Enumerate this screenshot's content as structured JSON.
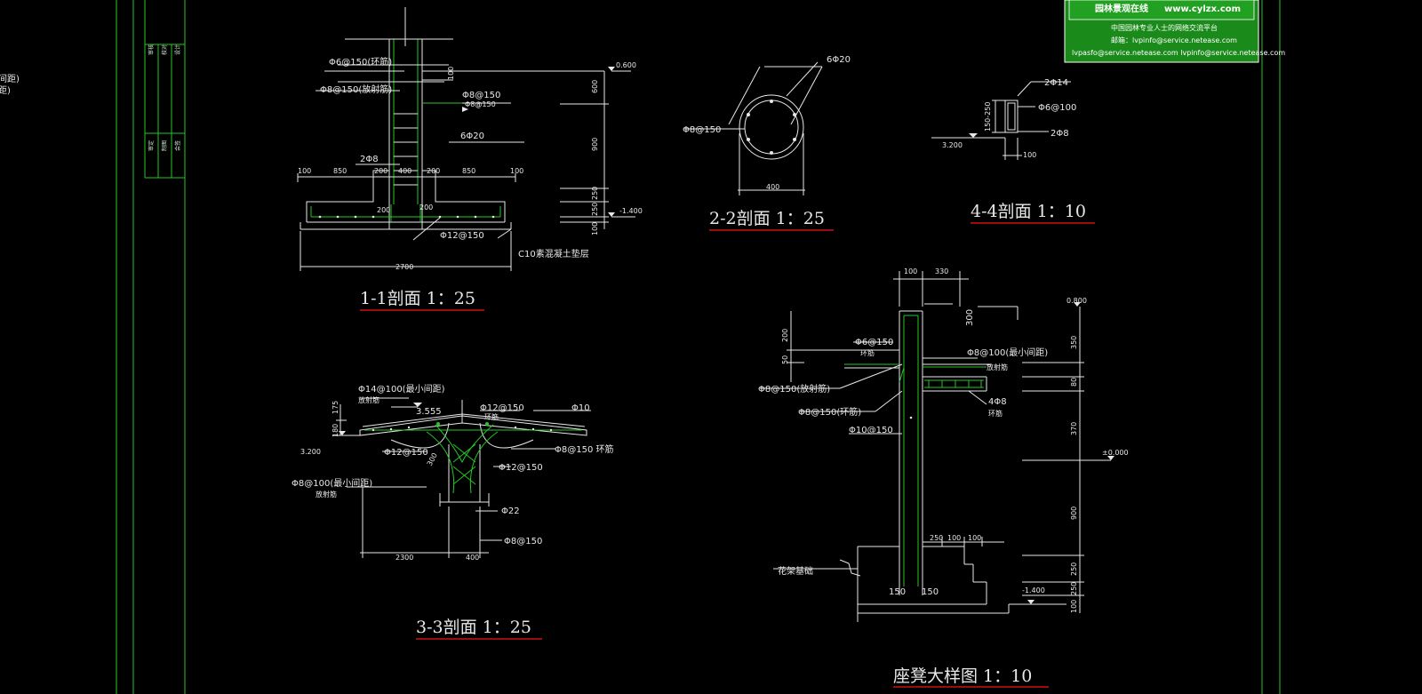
{
  "logo": {
    "site_name": "园林景观在线",
    "site_url": "www.cylzx.com",
    "slogan": "中国园林专业人士的网络交流平台",
    "email_line": "邮箱：lvpinfo@service.netease.com",
    "footer_line": "lvpasfo@service.netease.com   lvpinfo@service.netease.com"
  },
  "left_edge": {
    "line1": "间距)",
    "line2": "距)"
  },
  "section_1": {
    "title": "1-1剖面 1：25",
    "ring_bar": "Φ6@150(环筋)",
    "radial_bar": "Φ8@150(放射筋)",
    "bar_a": "Φ8@150",
    "bar_a_sub": "Φ8@150",
    "main_bar": "6Φ20",
    "bar_2": "2Φ8",
    "bottom_bar": "Φ12@150",
    "cushion": "C10素混凝土垫层",
    "elev_top": "0.600",
    "elev_bot": "-1.400",
    "dims_top": [
      "100",
      "850",
      "200",
      "400",
      "200",
      "850",
      "100"
    ],
    "dim_200a": "200",
    "dim_200b": "200",
    "dim_total": "2700",
    "dims_right": [
      "600",
      "900",
      "250",
      "250",
      "100"
    ],
    "dim_small": "100"
  },
  "section_2": {
    "title": "2-2剖面 1：25",
    "main_bar": "6Φ20",
    "stirrup": "Φ8@150",
    "width": "400"
  },
  "section_4": {
    "title": "4-4剖面 1：10",
    "top_bar": "2Φ14",
    "stirrup": "Φ6@100",
    "bot_bar": "2Φ8",
    "elev": "3.200",
    "height": "150-250",
    "width": "100"
  },
  "section_3": {
    "title": "3-3剖面 1：25",
    "bar1": "Φ14@100(最小间距)",
    "bar1_sub": "放射筋",
    "elev_top": "3.555",
    "bar2": "Φ12@150",
    "bar2_sub": "环筋",
    "bar3": "Φ10",
    "bar4": "Φ12@150",
    "bar5": "Φ8@150 环筋",
    "bar6": "Φ12@150",
    "elev_left": "3.200",
    "bar7": "Φ8@100(最小间距)",
    "bar7_sub": "放射筋",
    "bar8": "Φ22",
    "bar9": "Φ8@150",
    "dim_a": "175",
    "dim_b": "180",
    "dim_c": "300",
    "dim_span": "2300",
    "dim_col": "400"
  },
  "bench": {
    "title": "座凳大样图 1：10",
    "dim_top1": "100",
    "dim_top2": "330",
    "dim_300": "300",
    "elev_top": "0.800",
    "elev_zero": "±0.000",
    "elev_bot": "-1.400",
    "bar1": "Φ6@150",
    "bar1_sub": "环筋",
    "bar2": "Φ8@100(最小间距)",
    "bar2_sub": "放射筋",
    "bar3": "Φ8@150(放射筋)",
    "bar4": "Φ8@150(环筋)",
    "bar5": "4Φ8",
    "bar5_sub": "环筋",
    "bar6": "Φ10@150",
    "foundation": "花架基础",
    "dim_150a": "150",
    "dim_150b": "150",
    "dim_250": "250",
    "dim_100a": "100",
    "dim_100b": "100",
    "dims_left": [
      "200",
      "50"
    ],
    "dims_right": [
      "350",
      "80",
      "370",
      "900",
      "250",
      "250",
      "100"
    ]
  },
  "title_block": {
    "cells": [
      "审核",
      "校对",
      "设计",
      "审定",
      "制图",
      "会签"
    ]
  }
}
